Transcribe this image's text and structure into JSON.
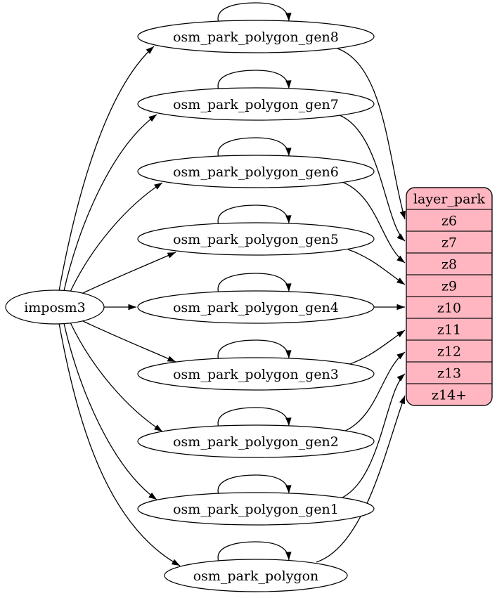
{
  "diagram": {
    "source": {
      "label": "imposm3"
    },
    "tables": [
      {
        "label": "osm_park_polygon_gen8",
        "target_zoom": "z6"
      },
      {
        "label": "osm_park_polygon_gen7",
        "target_zoom": "z7"
      },
      {
        "label": "osm_park_polygon_gen6",
        "target_zoom": "z8"
      },
      {
        "label": "osm_park_polygon_gen5",
        "target_zoom": "z9"
      },
      {
        "label": "osm_park_polygon_gen4",
        "target_zoom": "z10"
      },
      {
        "label": "osm_park_polygon_gen3",
        "target_zoom": "z11"
      },
      {
        "label": "osm_park_polygon_gen2",
        "target_zoom": "z12"
      },
      {
        "label": "osm_park_polygon_gen1",
        "target_zoom": "z13"
      },
      {
        "label": "osm_park_polygon",
        "target_zoom": "z14+"
      }
    ],
    "layer": {
      "title": "layer_park",
      "zoom_rows": [
        "z6",
        "z7",
        "z8",
        "z9",
        "z10",
        "z11",
        "z12",
        "z13",
        "z14+"
      ]
    },
    "colors": {
      "layer_fill": "#ffb6c1",
      "node_fill": "#ffffff",
      "edge_stroke": "#000000",
      "border_stroke": "#111111"
    }
  }
}
